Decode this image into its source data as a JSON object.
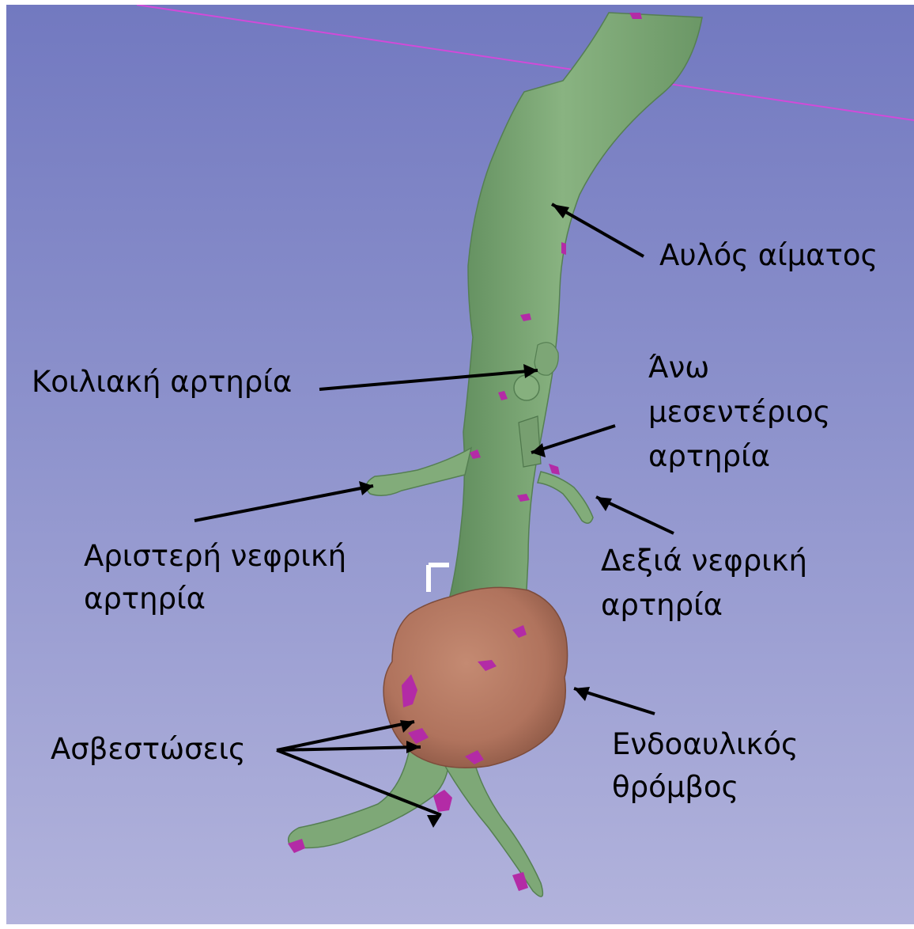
{
  "labels": {
    "blood_lumen": "Αυλός αίματος",
    "celiac_artery": "Κοιλιακή αρτηρία",
    "sma": [
      "Άνω",
      "μεσεντέριος",
      "αρτηρία"
    ],
    "left_renal": [
      "Αριστερή νεφρική",
      "αρτηρία"
    ],
    "right_renal": [
      "Δεξιά νεφρική",
      "αρτηρία"
    ],
    "calcifications": "Ασβεστώσεις",
    "thrombus": [
      "Ενδοαυλικός",
      "θρόμβος"
    ]
  },
  "colors": {
    "background_top": "#7279c0",
    "background_bottom": "#b2b3dc",
    "lumen_green": "#7fa877",
    "thrombus_brown": "#b87a63",
    "calcification_magenta": "#b32ba6",
    "plane_line": "#d24ad9"
  }
}
